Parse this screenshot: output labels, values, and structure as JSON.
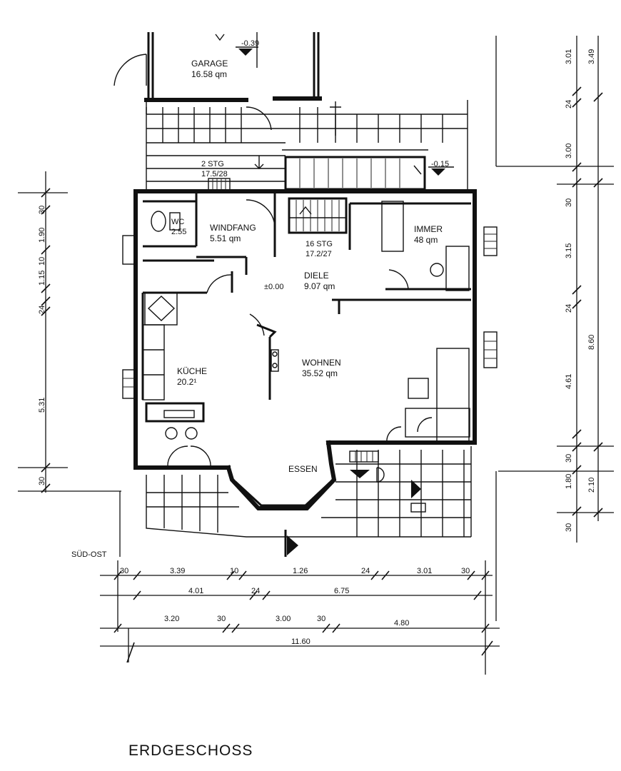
{
  "rooms": {
    "garage": {
      "name": "GARAGE",
      "area": "16.58 qm"
    },
    "wc": {
      "name": "WC",
      "area": "2.55"
    },
    "windfang": {
      "name": "WINDFANG",
      "area": "5.51 qm"
    },
    "zimmer": {
      "name": "IMMER",
      "area": "48 qm"
    },
    "diele": {
      "name": "DIELE",
      "area": "9.07 qm"
    },
    "kueche": {
      "name": "KÜCHE",
      "area": "20.2¹"
    },
    "wohnen": {
      "name": "WOHNEN",
      "area": "35.52 qm"
    },
    "essen": {
      "name": "ESSEN"
    }
  },
  "stairs": {
    "outer": {
      "steps": "2 STG",
      "ratio": "17.5/28"
    },
    "inner": {
      "steps": "16 STG",
      "ratio": "17.2/27"
    }
  },
  "levels": {
    "garage": "-0.39",
    "terrace": "-0.15",
    "ground": "±0.00"
  },
  "labels": {
    "orientation": "SÜD-OST",
    "floor_title": "ERDGESCHOSS"
  },
  "dims_bottom": {
    "row1": [
      "30",
      "3.39",
      "10",
      "1.26",
      "24",
      "3.01",
      "30"
    ],
    "row2": [
      "4.01",
      "24",
      "6.75"
    ],
    "row3": [
      "3.20",
      "30",
      "3.00",
      "30",
      "4.80"
    ],
    "row4": [
      "11.60"
    ]
  },
  "dims_left": [
    "30",
    "1.90",
    "1.15",
    "10",
    "24",
    "5.31",
    "30"
  ],
  "dims_right_inner": [
    "3.01",
    "24",
    "3.00",
    "30",
    "3.15",
    "24",
    "4.61",
    "30",
    "1.80",
    "30"
  ],
  "dims_right_outer": [
    "3.49",
    "8.60",
    "2.10"
  ]
}
